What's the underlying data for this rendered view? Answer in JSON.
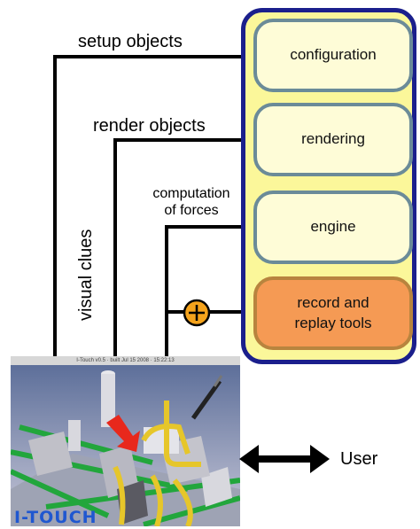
{
  "labels": {
    "setup": "setup objects",
    "render": "render objects",
    "computation": [
      "computation",
      "of forces"
    ],
    "visual_clues": "visual clues",
    "user": "User",
    "plus": "+"
  },
  "modules": [
    {
      "label": "configuration"
    },
    {
      "label": "rendering"
    },
    {
      "label": "engine"
    },
    {
      "label": [
        "record and",
        "replay tools"
      ]
    }
  ],
  "screenshot": {
    "title_bar": "I-Touch v0.5 · built Jul 15 2008 · 15:22:13",
    "watermark": "I-TOUCH"
  },
  "colors": {
    "panel_fill": "#fbf79a",
    "panel_border": "#1b1f8c",
    "module_fill": "#fefcd7",
    "module_border": "#6b8b98",
    "record_fill": "#f59a54",
    "plus_circle": "#f5a31c"
  }
}
